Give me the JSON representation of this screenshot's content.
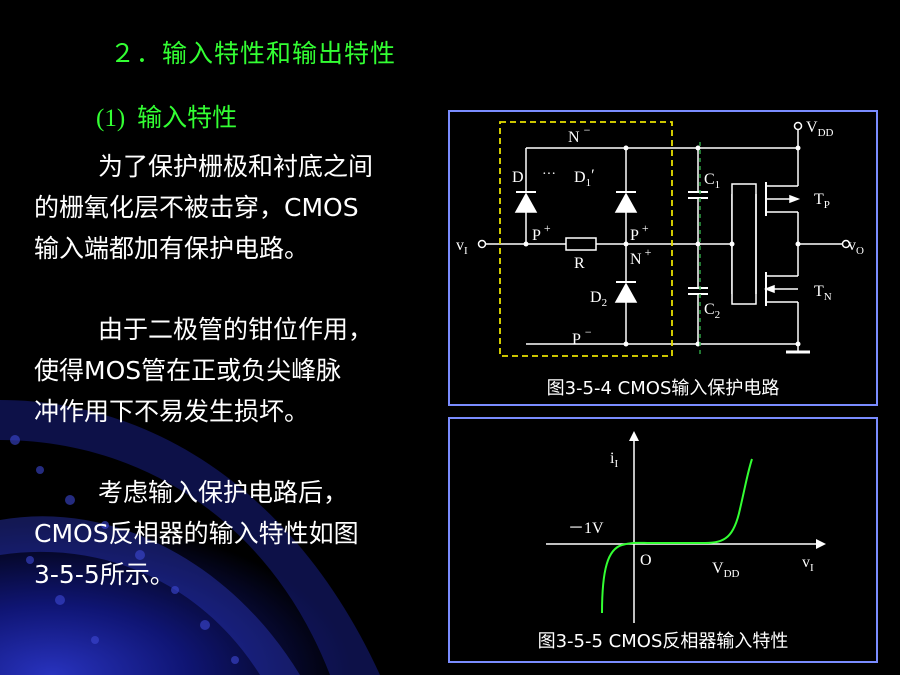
{
  "slide": {
    "title": "２．输入特性和输出特性",
    "subtitle_num": "(1)",
    "subtitle_text": "输入特性",
    "paragraph1": [
      "为了保护栅极和衬底之间",
      "的栅氧化层不被击穿，CMOS",
      "输入端都加有保护电路。"
    ],
    "paragraph2": [
      "由于二极管的钳位作用，",
      "使得MOS管在正或负尖峰脉",
      "冲作用下不易发生损坏。"
    ],
    "paragraph3": [
      "考虑输入保护电路后，",
      "CMOS反相器的输入特性如图",
      "3-5-5所示。"
    ]
  },
  "figure1": {
    "caption": "图3-5-4  CMOS输入保护电路",
    "labels": {
      "vdd_v": "V",
      "vdd_sub": "DD",
      "n_minus": "N",
      "n_minus_sup": "−",
      "d": "D",
      "dots": "···",
      "d1": "D",
      "d1_sub": "1",
      "d1_prime": "′",
      "c1": "C",
      "c1_sub": "1",
      "tp": "T",
      "tp_sub": "P",
      "vi_v": "v",
      "vi_sub": "I",
      "p_plus_left": "P",
      "p_plus_left_sup": "+",
      "p_plus_right": "P",
      "p_plus_right_sup": "+",
      "n_plus": "N",
      "n_plus_sup": "+",
      "r": "R",
      "vo_v": "v",
      "vo_sub": "O",
      "d2": "D",
      "d2_sub": "2",
      "c2": "C",
      "c2_sub": "2",
      "tn": "T",
      "tn_sub": "N",
      "p_minus": "P",
      "p_minus_sup": "−"
    }
  },
  "figure2": {
    "caption": "图3-5-5  CMOS反相器输入特性",
    "labels": {
      "iy_i": "i",
      "iy_sub": "I",
      "minus1v": "－1V",
      "origin": "O",
      "vdd_v": "V",
      "vdd_sub": "DD",
      "vx_v": "v",
      "vx_sub": "I"
    }
  },
  "colors": {
    "title_green": "#33ff33",
    "curve_green": "#33ff33",
    "frame_blue": "#7a8cff",
    "dashed_yellow": "#e8e000",
    "dashed_green": "#2ea043"
  }
}
